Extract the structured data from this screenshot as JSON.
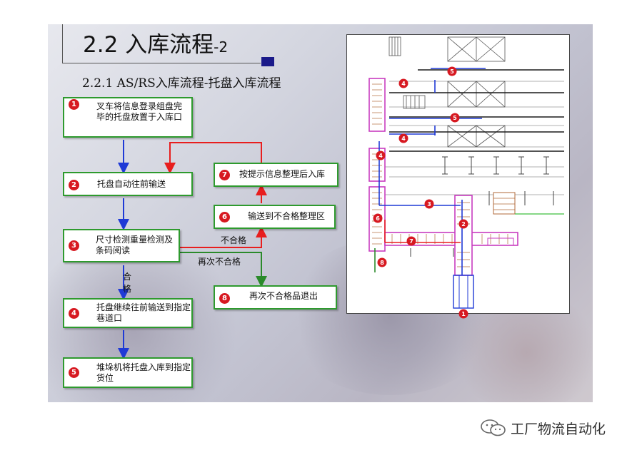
{
  "slide": {
    "title": "2.2 入库流程",
    "title_suffix": "-2",
    "subtitle": "2.2.1 AS/RS入库流程-托盘入库流程"
  },
  "steps": [
    {
      "num": "1",
      "text": "叉车将信息登录组盘完毕的托盘放置于入库口"
    },
    {
      "num": "2",
      "text": "托盘自动往前输送"
    },
    {
      "num": "3",
      "text": "尺寸检测重量检测及条码阅读"
    },
    {
      "num": "4",
      "text": "托盘继续往前输送到指定巷道口"
    },
    {
      "num": "5",
      "text": "堆垛机将托盘入库到指定货位"
    },
    {
      "num": "6",
      "text": "输送到不合格整理区"
    },
    {
      "num": "7",
      "text": "按提示信息整理后入库"
    },
    {
      "num": "8",
      "text": "再次不合格品退出"
    }
  ],
  "flow_labels": {
    "pass": "合格",
    "fail": "不合格",
    "fail_again": "再次不合格"
  },
  "layout_markers": [
    "1",
    "2",
    "3",
    "4",
    "4",
    "4",
    "5",
    "5",
    "6",
    "7",
    "8"
  ],
  "colors": {
    "box_border": "#2e9a2e",
    "marker_red": "#d71921",
    "flow_blue": "#1f3ad6",
    "flow_red": "#e81e1e",
    "flow_green": "#2a8a2a",
    "conveyor_magenta": "#c83cc0"
  },
  "watermark": {
    "icon": "wechat-icon",
    "text": "工厂物流自动化"
  }
}
